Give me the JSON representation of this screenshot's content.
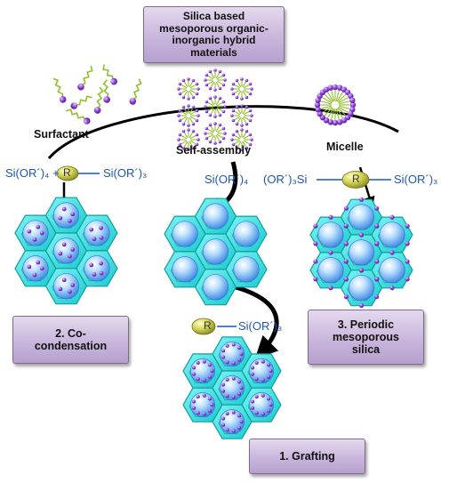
{
  "boxes": {
    "top": "Silica based\nmesoporous organic-\ninorganic hybrid\nmaterials",
    "co_condensation": "2. Co-\ncondensation",
    "periodic": "3. Periodic\nmesoporous\nsilica",
    "grafting": "1. Grafting"
  },
  "labels": {
    "surfactant": "Surfactant",
    "self_assembly": "Self-assembly",
    "micelle": "Micelle"
  },
  "chem": {
    "left_eq_a": "Si(OR´)₄ +",
    "left_eq_b": "Si(OR´)₃",
    "mid": "Si(OR´)₄",
    "right_a": "(OR´)₃Si",
    "right_b": "Si(OR´)₃",
    "graft": "Si(OR´)₃",
    "r": "R"
  },
  "colors": {
    "box_fill": "#c9b6dc",
    "hex_teal": "#2de0e0",
    "pore_blue": "#3a88e8",
    "molecule_head": "#7a2fc4",
    "chain_green": "#8fbf2a",
    "r_bead": "#b5b53a",
    "formula_blue": "#1e55b3"
  },
  "icons": [
    "arrow-icon",
    "surfactant-molecule-icon",
    "micelle-icon",
    "r-group-icon",
    "hexagonal-pore-icon"
  ]
}
